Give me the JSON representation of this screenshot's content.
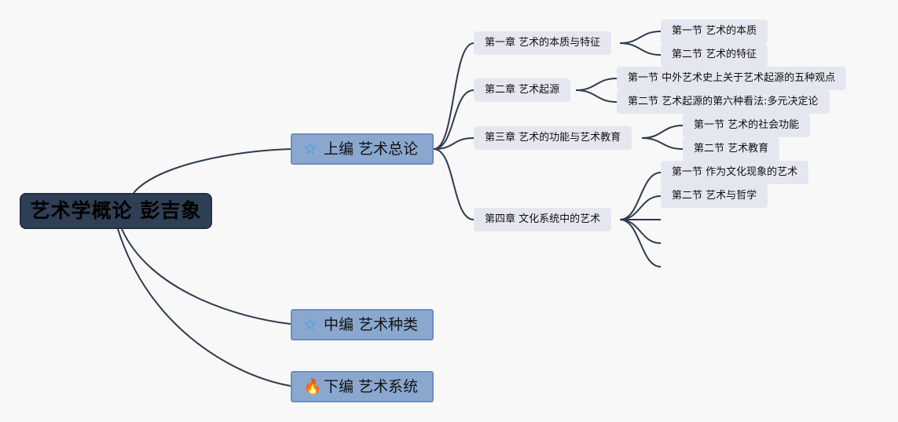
{
  "root": {
    "label": "艺术学概论 彭吉象"
  },
  "parts": [
    {
      "icon": "star-icon",
      "glyph": "☆",
      "label": "上编 艺术总论"
    },
    {
      "icon": "star-icon",
      "glyph": "☆",
      "label": "中编 艺术种类"
    },
    {
      "icon": "fire-icon",
      "glyph": "🔥",
      "label": "下编 艺术系统"
    }
  ],
  "chapters": [
    {
      "label": "第一章 艺术的本质与特征",
      "sections": [
        "第一节 艺术的本质",
        "第二节 艺术的特征"
      ]
    },
    {
      "label": "第二章 艺术起源",
      "sections": [
        "第一节 中外艺术史上关于艺术起源的五种观点",
        "第二节 艺术起源的第六种看法:多元决定论"
      ]
    },
    {
      "label": "第三章 艺术的功能与艺术教育",
      "sections": [
        "第一节 艺术的社会功能",
        "第二节 艺术教育"
      ]
    },
    {
      "label": "第四章 文化系统中的艺术",
      "sections": [
        "第一节 作为文化现象的艺术",
        "第二节 艺术与哲学"
      ]
    }
  ],
  "colors": {
    "link": "#2e3b4e",
    "root_bg": "#2f3f55",
    "part_bg": "#8aa8cf",
    "leaf_bg": "#e4e7ef"
  }
}
